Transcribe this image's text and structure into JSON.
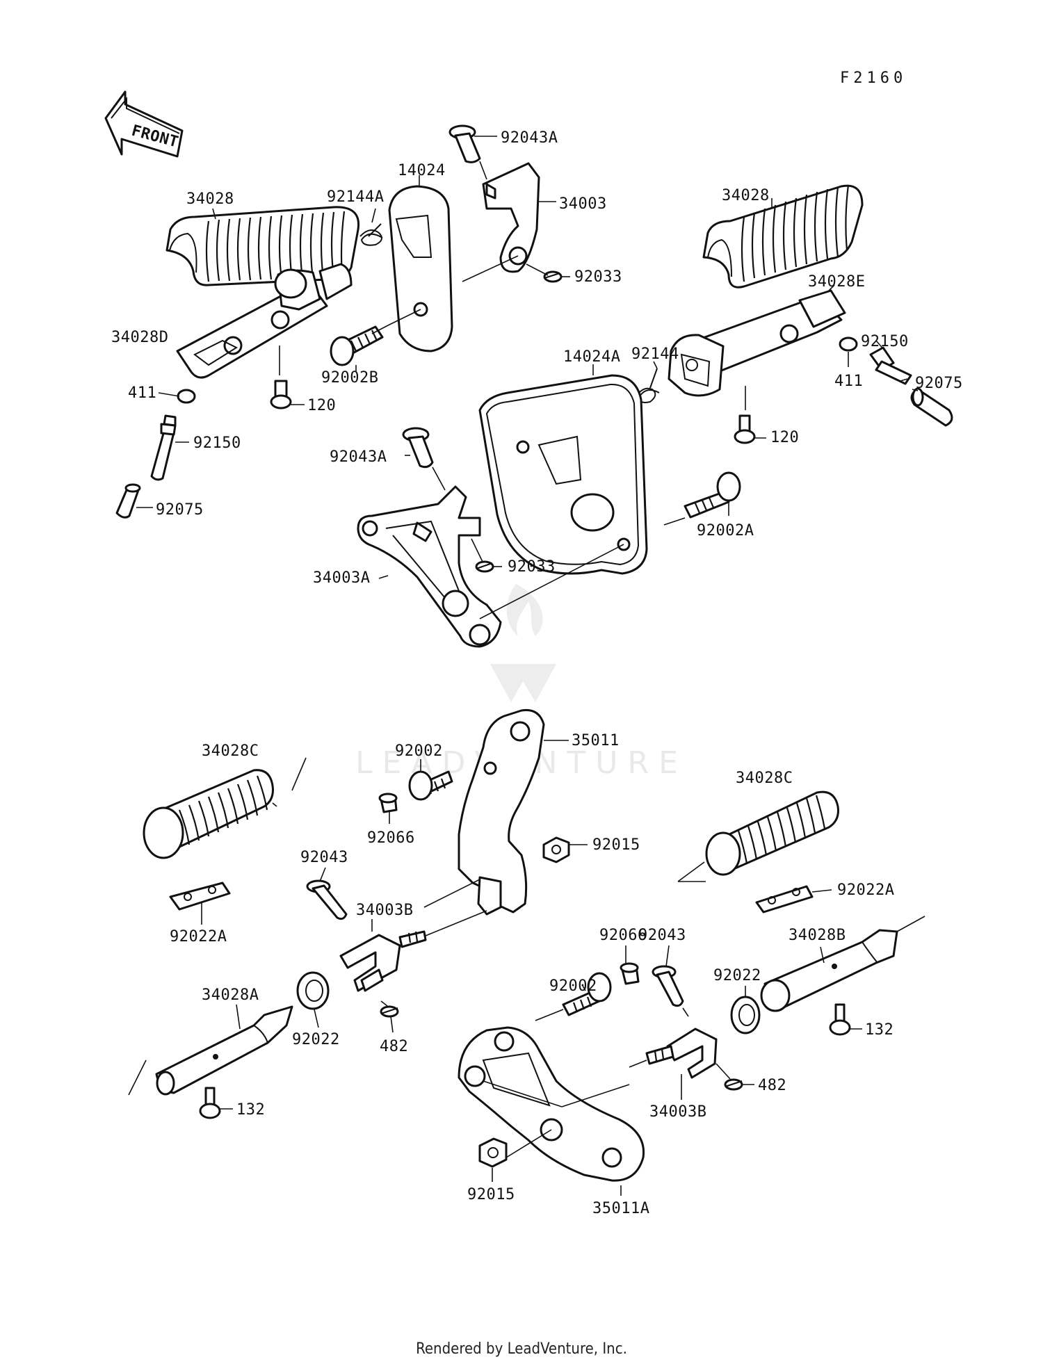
{
  "figure_code": "F2160",
  "direction_label": "FRONT",
  "watermark": "LEADVENTURE",
  "footer": "Rendered by LeadVenture, Inc.",
  "parts": {
    "p92043A_top": "92043A",
    "p14024": "14024",
    "p34003": "34003",
    "p34028_left": "34028",
    "p92144A": "92144A",
    "p92033_top": "92033",
    "p34028_right": "34028",
    "p34028D": "34028D",
    "p34028E": "34028E",
    "p92002B": "92002B",
    "p14024A": "14024A",
    "p92144": "92144",
    "p92150_right": "92150",
    "p411_right": "411",
    "p92075_right": "92075",
    "p411_left": "411",
    "p120_left": "120",
    "p92150_left": "92150",
    "p120_right": "120",
    "p92043A_mid": "92043A",
    "p92075_left": "92075",
    "p92002A": "92002A",
    "p92033_mid": "92033",
    "p34003A": "34003A",
    "p35011": "35011",
    "p34028C_left": "34028C",
    "p92002_top": "92002",
    "p34028C_right": "34028C",
    "p92066_top": "92066",
    "p92015_top": "92015",
    "p92043_left": "92043",
    "p34003B_left": "34003B",
    "p92022A_right": "92022A",
    "p92022A_left": "92022A",
    "p92066_bottom": "92066",
    "p92043_right": "92043",
    "p34028B": "34028B",
    "p92002_bottom": "92002",
    "p92022_right": "92022",
    "p34028A": "34028A",
    "p92022_left": "92022",
    "p482_left": "482",
    "p132_right": "132",
    "p34003B_right": "34003B",
    "p482_right": "482",
    "p132_left": "132",
    "p92015_bottom": "92015",
    "p35011A": "35011A"
  }
}
